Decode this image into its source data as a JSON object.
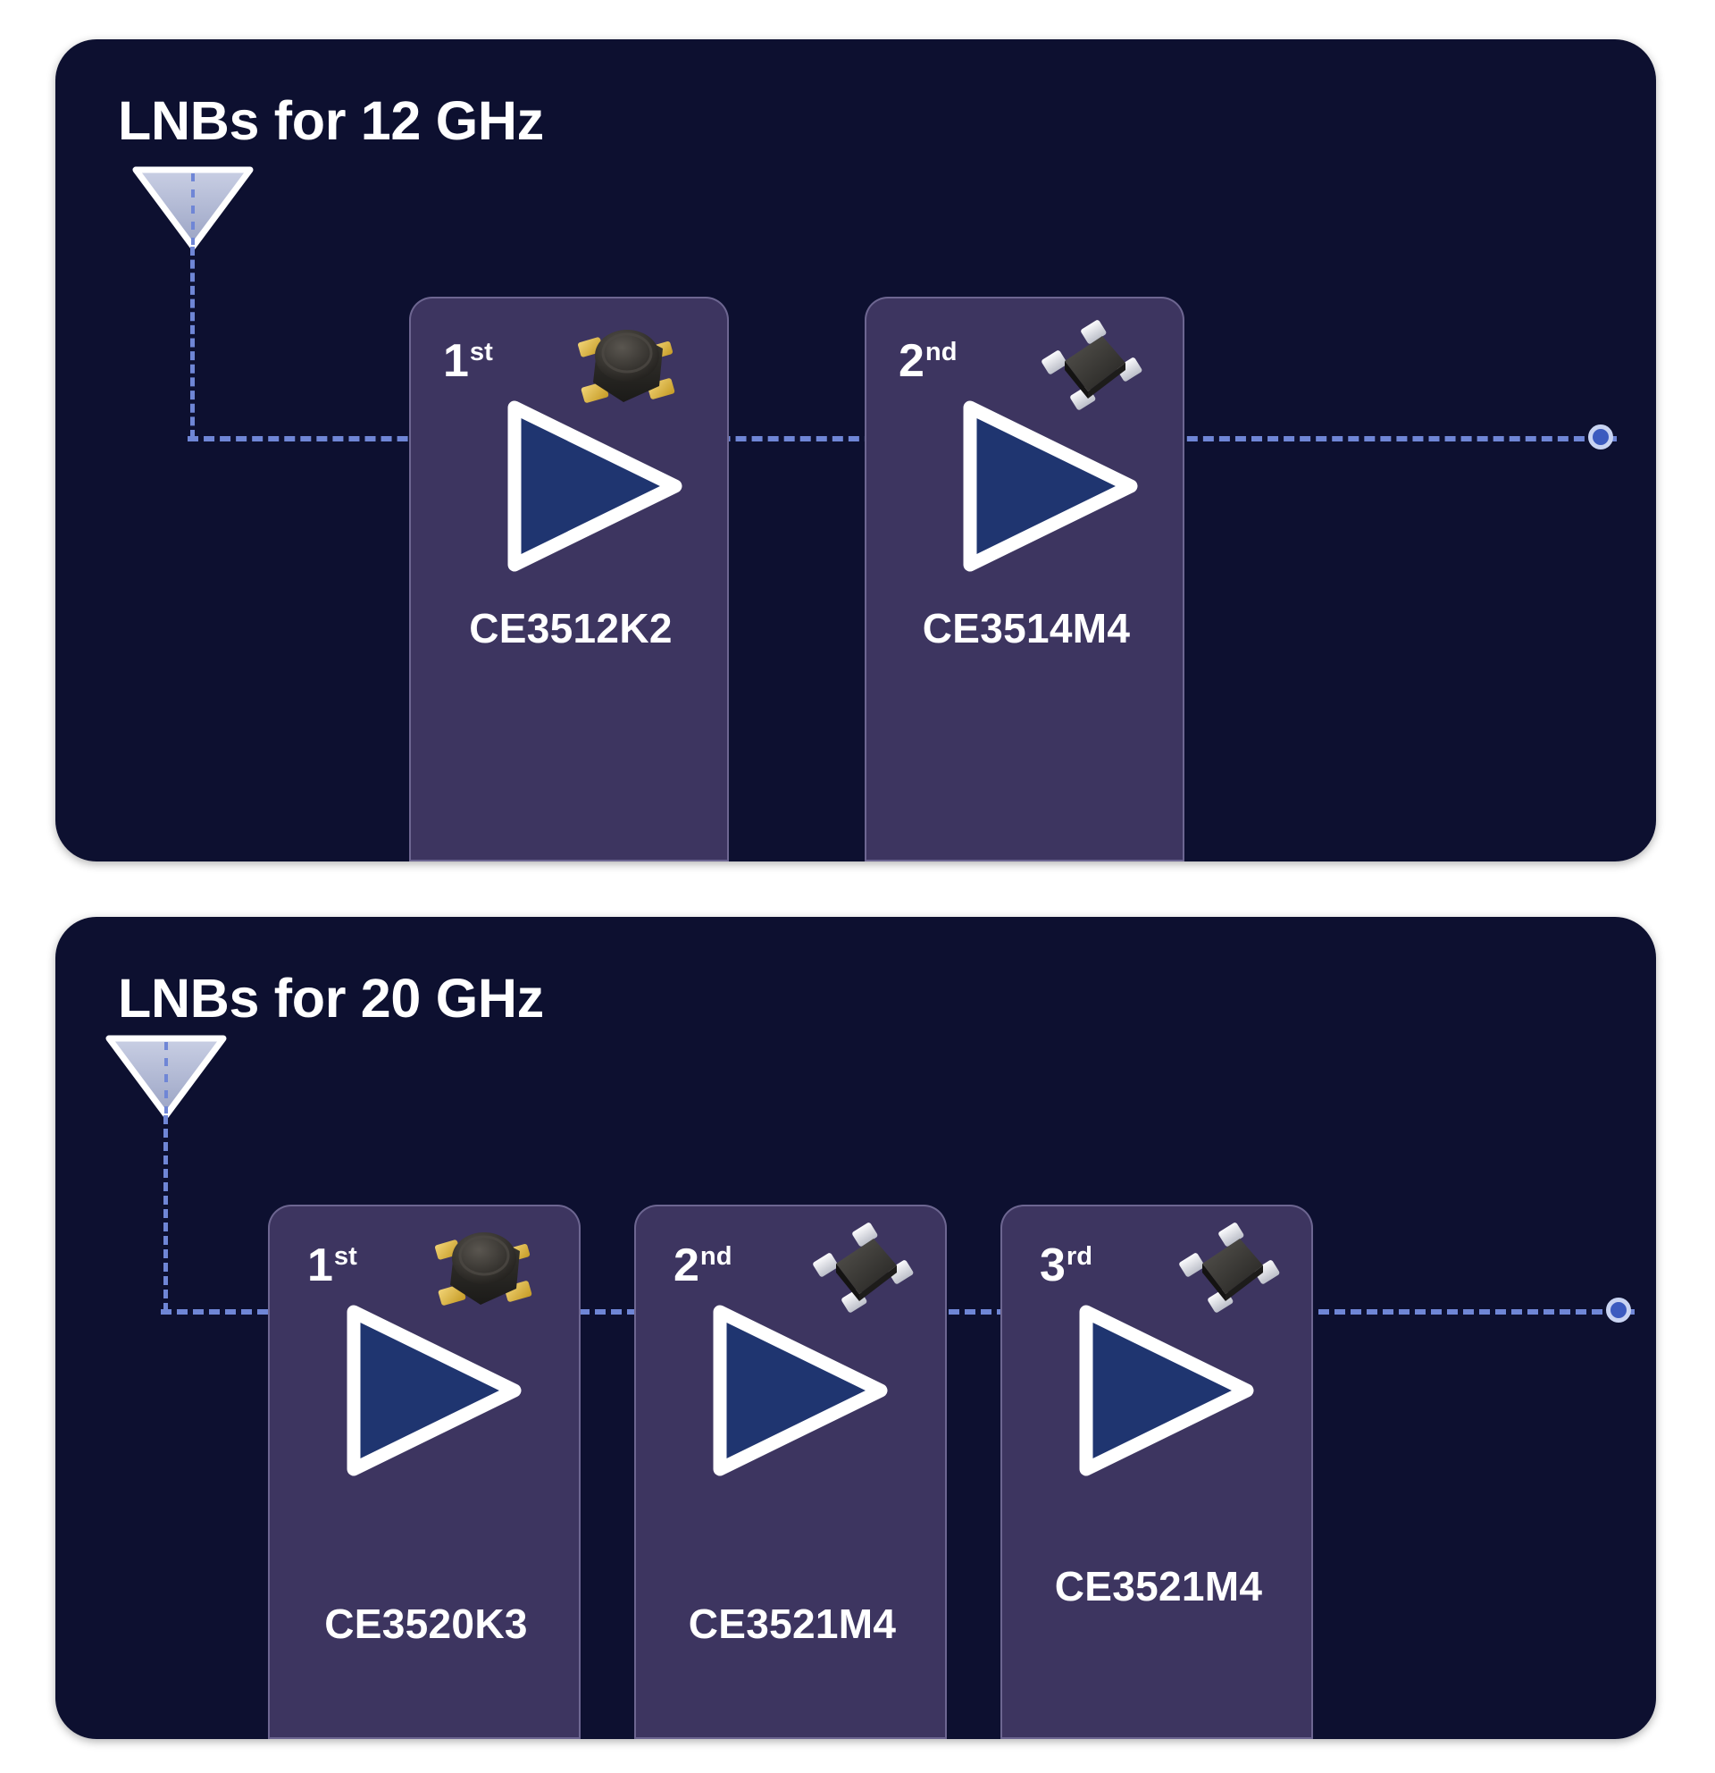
{
  "panels": [
    {
      "title": "LNBs for 12 GHz",
      "antenna_icon": "antenna-horn-icon",
      "output_dot": "signal-output-terminal",
      "stages": [
        {
          "ordinal_number": "1",
          "ordinal_suffix": "st",
          "part_number": "CE3512K2",
          "package_icon": "ceramic-package-gold-leads-icon",
          "package_type": "K",
          "amp_icon": "amplifier-triangle-icon"
        },
        {
          "ordinal_number": "2",
          "ordinal_suffix": "nd",
          "part_number": "CE3514M4",
          "package_icon": "sot-package-silver-leads-icon",
          "package_type": "M",
          "amp_icon": "amplifier-triangle-icon"
        }
      ]
    },
    {
      "title": "LNBs for 20 GHz",
      "antenna_icon": "antenna-horn-icon",
      "output_dot": "signal-output-terminal",
      "stages": [
        {
          "ordinal_number": "1",
          "ordinal_suffix": "st",
          "part_number": "CE3520K3",
          "package_icon": "ceramic-package-gold-leads-icon",
          "package_type": "K",
          "amp_icon": "amplifier-triangle-icon"
        },
        {
          "ordinal_number": "2",
          "ordinal_suffix": "nd",
          "part_number": "CE3521M4",
          "package_icon": "sot-package-silver-leads-icon",
          "package_type": "M",
          "amp_icon": "amplifier-triangle-icon"
        },
        {
          "ordinal_number": "3",
          "ordinal_suffix": "rd",
          "part_number": "CE3521M4",
          "package_icon": "sot-package-silver-leads-icon",
          "package_type": "M",
          "amp_icon": "amplifier-triangle-icon"
        }
      ]
    }
  ],
  "colors": {
    "panel_background": "#0d1030",
    "card_background": "#3d3560",
    "signal_line": "#6f86d6",
    "amplifier_fill": "#1f3570",
    "amplifier_stroke": "#ffffff",
    "title_text": "#ffffff",
    "terminal_dot": "#3c5bbf",
    "package_gold_lead": "#e8c24a",
    "package_silver_lead": "#e6e8ee",
    "package_body_dark": "#2e2e2e"
  }
}
